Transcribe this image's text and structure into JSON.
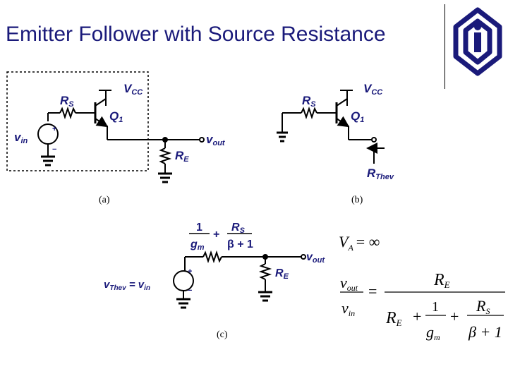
{
  "slide": {
    "title": "Emitter Follower with Source Resistance"
  },
  "colors": {
    "title": "#1a1a7a",
    "labels": "#1a1a7a",
    "wire": "#000000",
    "logo": "#1a1a7a"
  },
  "logo": {
    "icon": "university-logo"
  },
  "circuit_a": {
    "vcc": "V",
    "vcc_sub": "CC",
    "rs": "R",
    "rs_sub": "S",
    "q": "Q",
    "q_sub": "1",
    "vin": "v",
    "vin_sub": "in",
    "vout": "v",
    "vout_sub": "out",
    "re": "R",
    "re_sub": "E",
    "plus": "+",
    "minus": "−",
    "caption": "(a)"
  },
  "circuit_b": {
    "vcc": "V",
    "vcc_sub": "CC",
    "rs": "R",
    "rs_sub": "S",
    "q": "Q",
    "q_sub": "1",
    "rthev": "R",
    "rthev_sub": "Thev",
    "caption": "(b)"
  },
  "circuit_c": {
    "frac1_num": "1",
    "frac1_den": "g",
    "frac1_den_sub": "m",
    "plus_op": "+",
    "frac2_num": "R",
    "frac2_num_sub": "S",
    "frac2_den": "β + 1",
    "vthev": "v",
    "vthev_sub": "Thev",
    "eq": " = v",
    "vin_sub": "in",
    "vout": "v",
    "vout_sub": "out",
    "re": "R",
    "re_sub": "E",
    "plus": "+",
    "minus": "−",
    "caption": "(c)"
  },
  "equations": {
    "va": "V",
    "va_sub": "A",
    "va_rhs": "= ∞",
    "lhs_num": "v",
    "lhs_num_sub": "out",
    "lhs_den": "v",
    "lhs_den_sub": "in",
    "equals": "=",
    "rhs_num": "R",
    "rhs_num_sub": "E",
    "rhs_den_re": "R",
    "rhs_den_re_sub": "E",
    "rhs_den_plus1": "+",
    "rhs_den_one": "1",
    "rhs_den_g": "g",
    "rhs_den_g_sub": "m",
    "rhs_den_plus2": "+",
    "rhs_den_rs": "R",
    "rhs_den_rs_sub": "S",
    "rhs_den_beta": "β + 1"
  }
}
